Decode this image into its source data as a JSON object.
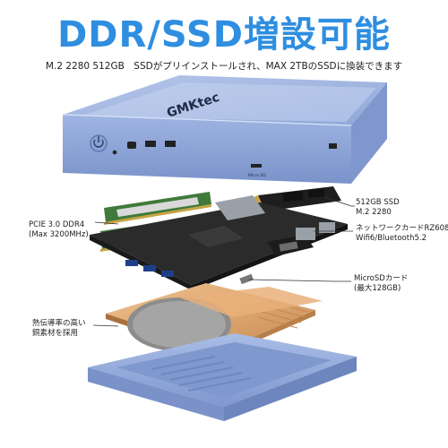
{
  "headline": "DDR/SSD増設可能",
  "subline": "M.2 2280 512GB　SSDがプリインストールされ、MAX 2TBのSSDに換装できます",
  "brand_logo": "GMKtec",
  "front_panel_label": "Micro SD",
  "callouts": {
    "ssd": {
      "line1": "512GB SSD",
      "line2": "M.2 2280"
    },
    "ddr": {
      "line1": "PCIE 3.0 DDR4",
      "line2": "(Max 3200MHz)"
    },
    "network": {
      "line1": "ネットワークカードRZ608",
      "line2": "Wifi6/Bluetooth5.2"
    },
    "microsd": {
      "line1": "MicroSDカード",
      "line2": "(最大128GB)"
    },
    "heatsink": {
      "line1": "熱伝導率の高い",
      "line2": "銅素材を採用"
    }
  },
  "colors": {
    "headline": "#2f8ee0",
    "case_blue": "#8fa7d8",
    "copper": "#d9a066",
    "board": "#2b2b2b",
    "ram_green": "#3f7a3a"
  }
}
